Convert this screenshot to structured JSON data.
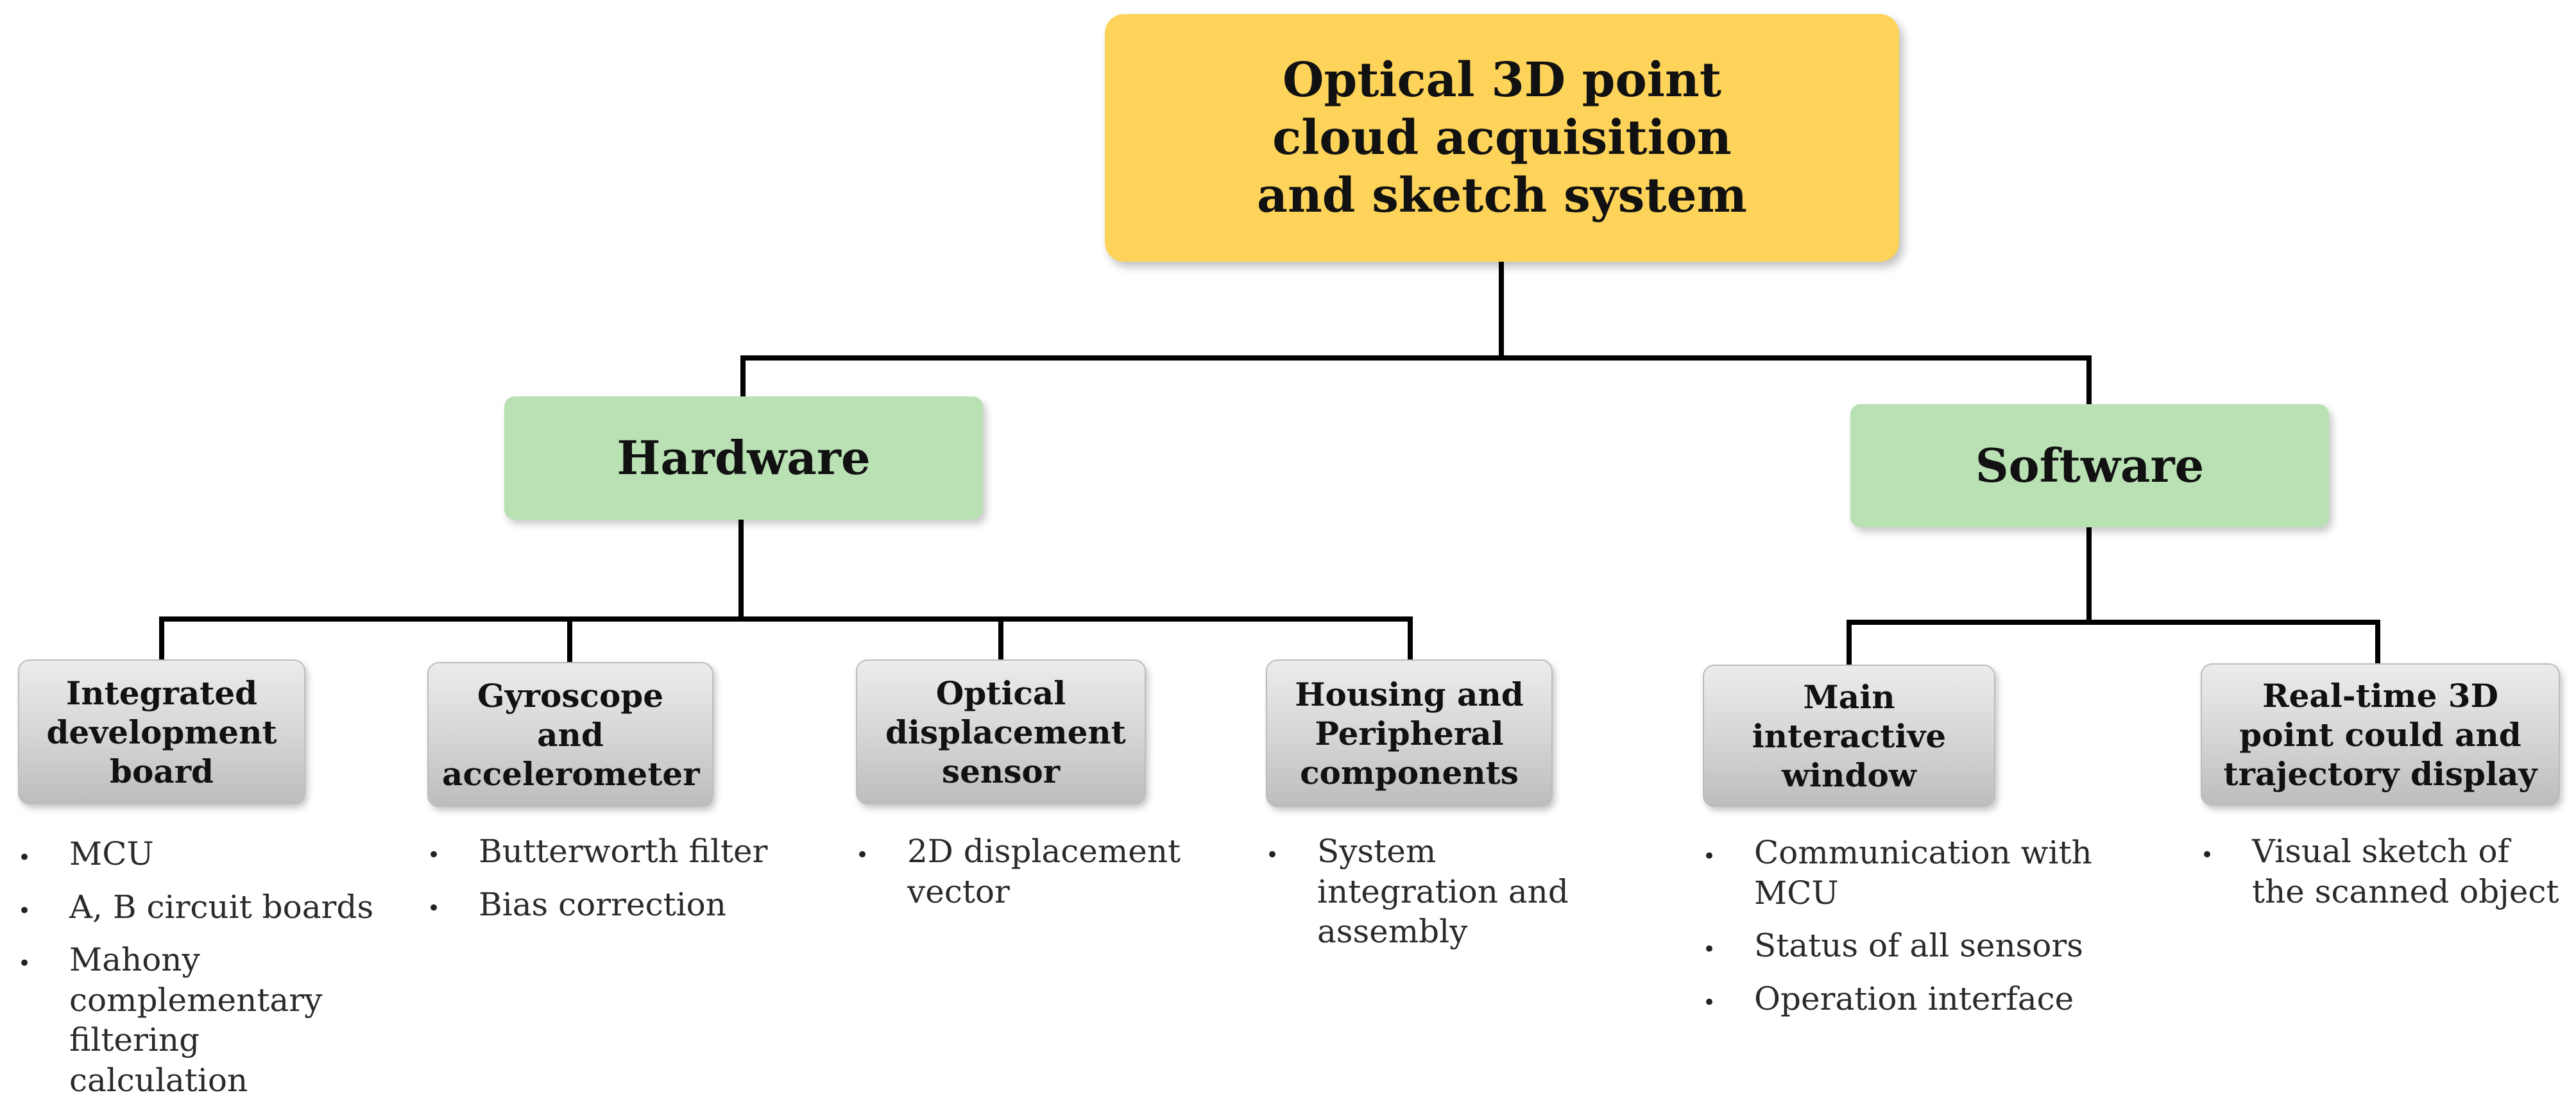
{
  "root": {
    "title": "Optical 3D point cloud acquisition and sketch system"
  },
  "categories": [
    {
      "title": "Hardware"
    },
    {
      "title": "Software"
    }
  ],
  "components": [
    {
      "title": "Integrated development board",
      "items": [
        "MCU",
        "A, B circuit boards",
        "Mahony complementary filtering calculation"
      ]
    },
    {
      "title": "Gyroscope and accelerometer",
      "items": [
        "Butterworth filter",
        "Bias correction"
      ]
    },
    {
      "title": "Optical displacement sensor",
      "items": [
        "2D displacement vector"
      ]
    },
    {
      "title": "Housing and Peripheral components",
      "items": [
        "System integration and assembly"
      ]
    },
    {
      "title": "Main interactive window",
      "items": [
        "Communication with MCU",
        "Status of all sensors",
        "Operation interface"
      ]
    },
    {
      "title": "Real-time 3D point could and trajectory display",
      "items": [
        "Visual sketch of the scanned object"
      ]
    }
  ]
}
